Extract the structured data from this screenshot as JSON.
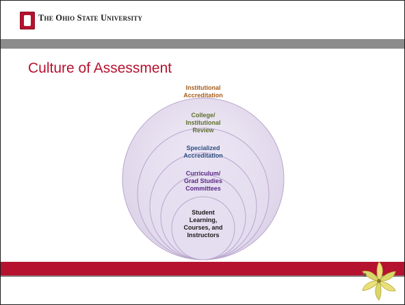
{
  "header": {
    "university": "The Ohio State University"
  },
  "slide": {
    "title": "Culture of Assessment"
  },
  "diagram": {
    "layers": [
      {
        "lines": [
          "Institutional",
          "Accreditation"
        ],
        "color": "#a65e1e"
      },
      {
        "lines": [
          "College/",
          "Institutional",
          "Review"
        ],
        "color": "#5e6e2e"
      },
      {
        "lines": [
          "Specialized",
          "Accreditation"
        ],
        "color": "#2e4e82"
      },
      {
        "lines": [
          "Curriculum/",
          "Grad Studies",
          "Committees"
        ],
        "color": "#5a2a84"
      },
      {
        "lines": [
          "Student",
          "Learning,",
          "Courses, and",
          "Instructors"
        ],
        "color": "#1a1a1a"
      }
    ]
  },
  "colors": {
    "ohio_state_scarlet": "#b5122f",
    "band_gray": "#8c8c8c",
    "circle_fill": "#e6def0",
    "circle_stroke": "#b8a6cc"
  },
  "icons": {
    "logo": "block-o-logo-icon",
    "decoration": "pinwheel-flower-icon"
  }
}
